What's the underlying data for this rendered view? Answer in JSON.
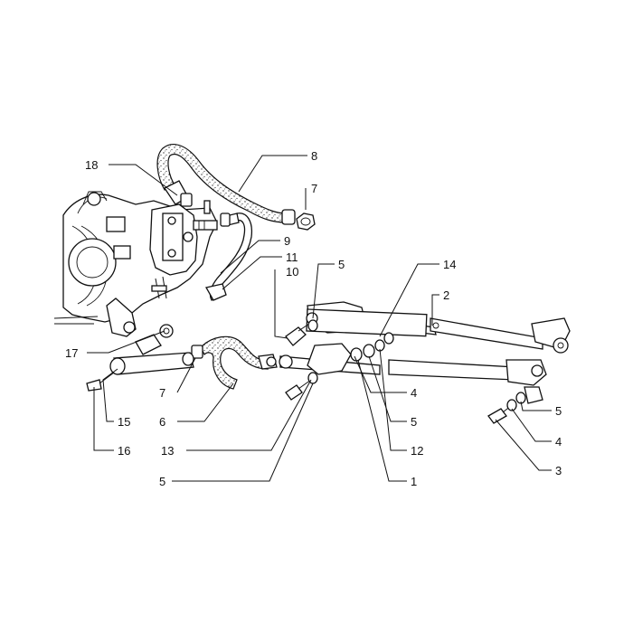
{
  "diagram": {
    "callouts": [
      {
        "id": "c18",
        "text": "18"
      },
      {
        "id": "c8",
        "text": "8"
      },
      {
        "id": "c7a",
        "text": "7"
      },
      {
        "id": "c9",
        "text": "9"
      },
      {
        "id": "c11",
        "text": "11"
      },
      {
        "id": "c10",
        "text": "10"
      },
      {
        "id": "c5a",
        "text": "5"
      },
      {
        "id": "c14",
        "text": "14"
      },
      {
        "id": "c2",
        "text": "2"
      },
      {
        "id": "c17",
        "text": "17"
      },
      {
        "id": "c7b",
        "text": "7"
      },
      {
        "id": "c6",
        "text": "6"
      },
      {
        "id": "c4a",
        "text": "4"
      },
      {
        "id": "c5b",
        "text": "5"
      },
      {
        "id": "c15",
        "text": "15"
      },
      {
        "id": "c16",
        "text": "16"
      },
      {
        "id": "c13",
        "text": "13"
      },
      {
        "id": "c12",
        "text": "12"
      },
      {
        "id": "c5c",
        "text": "5"
      },
      {
        "id": "c4b",
        "text": "4"
      },
      {
        "id": "c3",
        "text": "3"
      },
      {
        "id": "c5d",
        "text": "5"
      },
      {
        "id": "c1",
        "text": "1"
      }
    ]
  }
}
